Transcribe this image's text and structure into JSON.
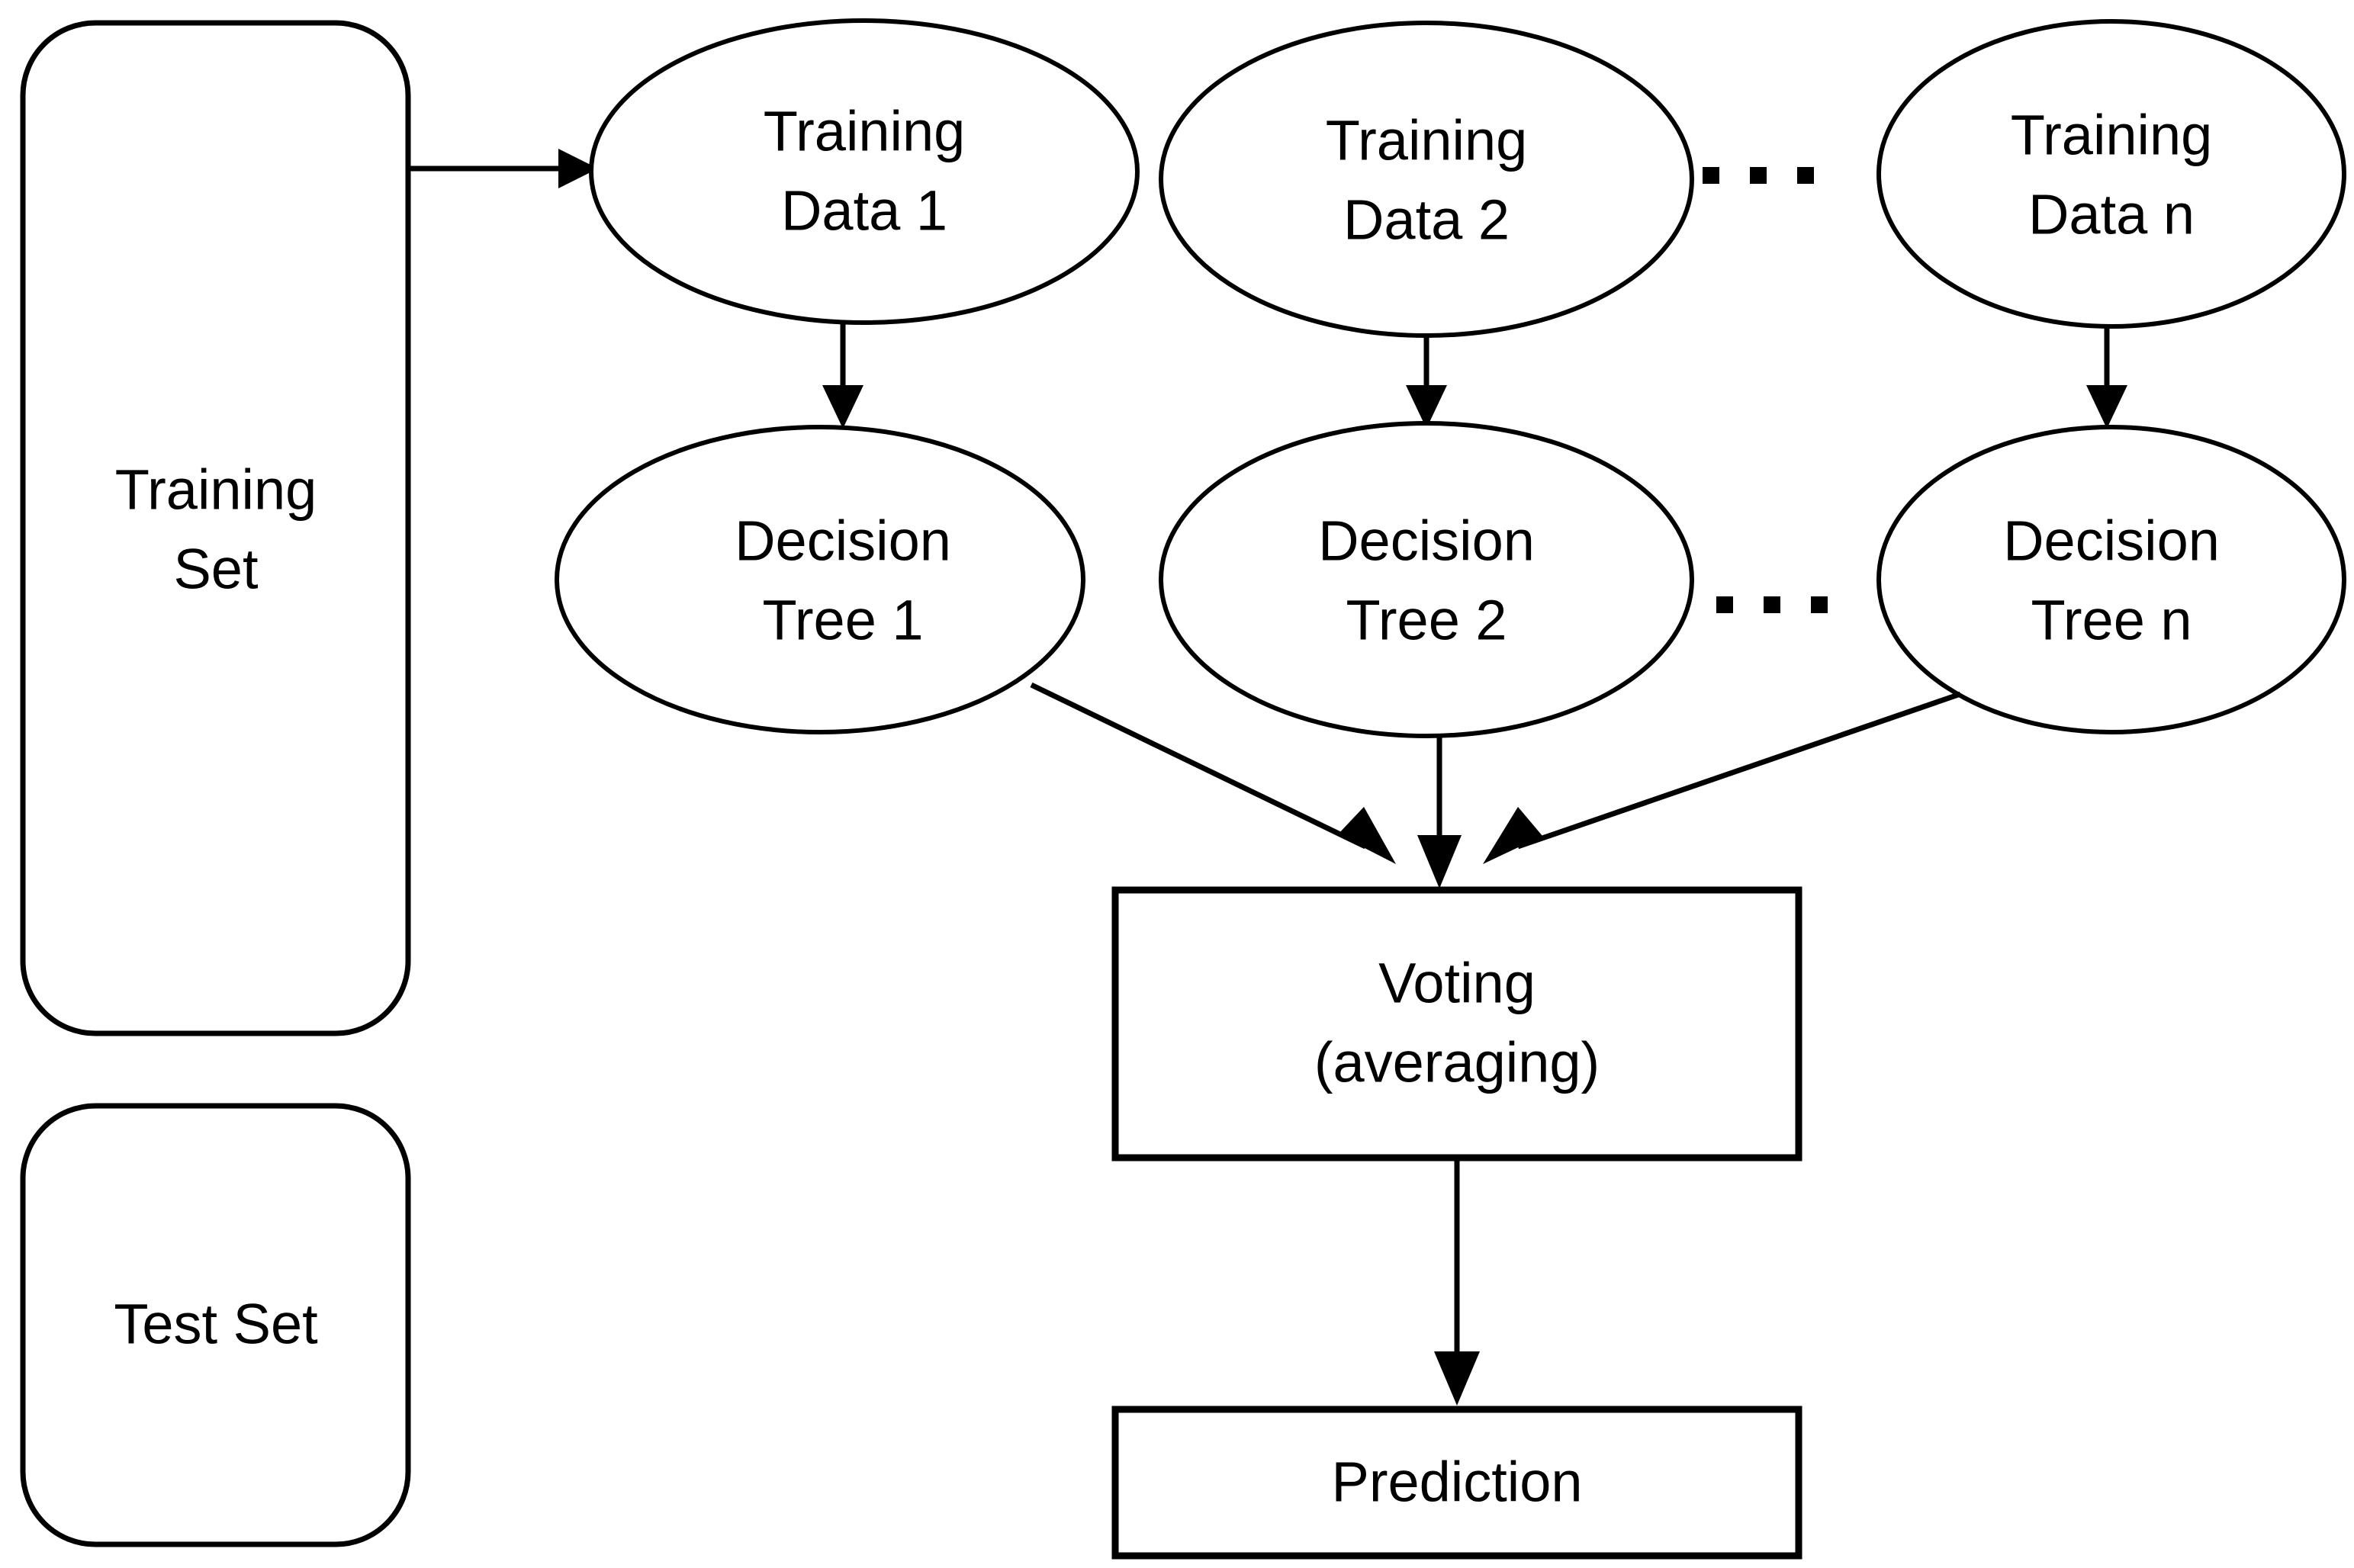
{
  "diagram": {
    "type": "random-forest-flowchart",
    "background_color": "#ffffff",
    "stroke_color": "#000000",
    "text_color": "#000000"
  },
  "nodes": {
    "training_set": {
      "line1": "Training",
      "line2": "Set"
    },
    "test_set": {
      "line1": "Test Set"
    },
    "training_data_1": {
      "line1": "Training",
      "line2": "Data 1"
    },
    "training_data_2": {
      "line1": "Training",
      "line2": "Data 2"
    },
    "training_data_n": {
      "line1": "Training",
      "line2": "Data n"
    },
    "decision_tree_1": {
      "line1": "Decision",
      "line2": "Tree 1"
    },
    "decision_tree_2": {
      "line1": "Decision",
      "line2": "Tree 2"
    },
    "decision_tree_n": {
      "line1": "Decision",
      "line2": "Tree n"
    },
    "voting": {
      "line1": "Voting",
      "line2": "(averaging)"
    },
    "prediction": {
      "line1": "Prediction"
    }
  },
  "ellipsis": {
    "label": "...",
    "dot_count": 3
  },
  "edges": [
    {
      "from": "training_set",
      "to": "training_data_1",
      "style": "arrow"
    },
    {
      "from": "training_data_1",
      "to": "decision_tree_1",
      "style": "arrow"
    },
    {
      "from": "training_data_2",
      "to": "decision_tree_2",
      "style": "arrow"
    },
    {
      "from": "training_data_n",
      "to": "decision_tree_n",
      "style": "arrow"
    },
    {
      "from": "decision_tree_1",
      "to": "voting",
      "style": "arrow"
    },
    {
      "from": "decision_tree_2",
      "to": "voting",
      "style": "arrow"
    },
    {
      "from": "decision_tree_n",
      "to": "voting",
      "style": "arrow"
    },
    {
      "from": "voting",
      "to": "prediction",
      "style": "arrow"
    }
  ]
}
